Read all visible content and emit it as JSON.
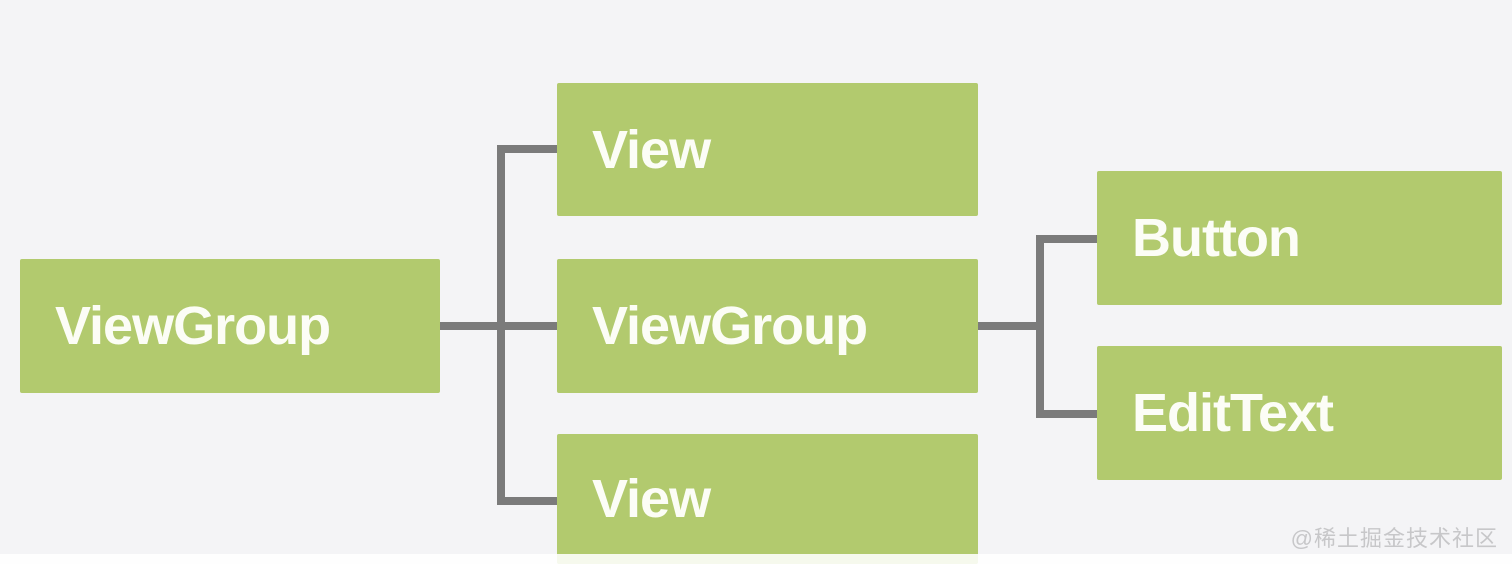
{
  "colors": {
    "background": "#f4f4f6",
    "node_green": "#b2ca6e",
    "node_text_white": "#fcfdf6",
    "connector_gray": "#7b7b7b",
    "watermark_gray": "#c7c7c9"
  },
  "diagram": {
    "nodes": {
      "root": {
        "label": "ViewGroup"
      },
      "child_view_top": {
        "label": "View"
      },
      "child_viewgroup": {
        "label": "ViewGroup"
      },
      "child_view_bottom": {
        "label": "View"
      },
      "grandchild_button": {
        "label": "Button"
      },
      "grandchild_edittext": {
        "label": "EditText"
      }
    },
    "edges": [
      {
        "from": "root",
        "to": "child_view_top"
      },
      {
        "from": "root",
        "to": "child_viewgroup"
      },
      {
        "from": "root",
        "to": "child_view_bottom"
      },
      {
        "from": "child_viewgroup",
        "to": "grandchild_button"
      },
      {
        "from": "child_viewgroup",
        "to": "grandchild_edittext"
      }
    ]
  },
  "watermark": {
    "text": "@稀土掘金技术社区"
  }
}
